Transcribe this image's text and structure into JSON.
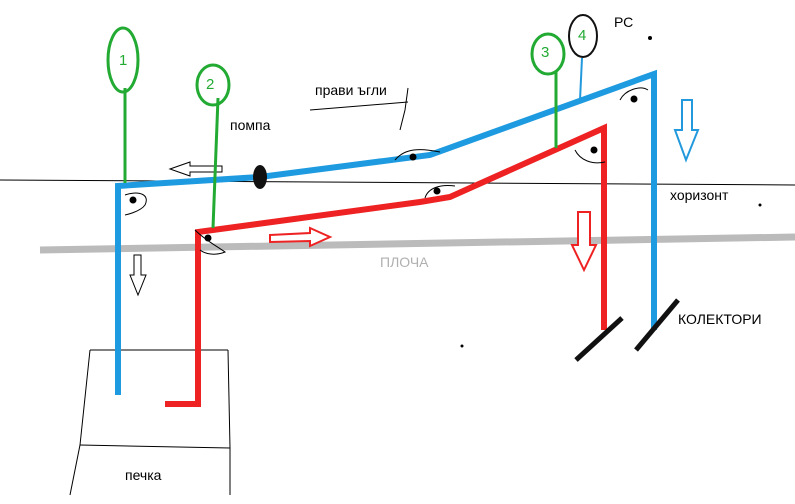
{
  "labels": {
    "pump": "помпа",
    "right_angles": "прави ъгли",
    "horizon": "хоризонт",
    "slab": "ПЛОЧА",
    "collectors": "КОЛЕКТОРИ",
    "stove": "печка",
    "pc": "РС"
  },
  "markers": [
    {
      "id": "1",
      "color": "#22aa33"
    },
    {
      "id": "2",
      "color": "#22aa33"
    },
    {
      "id": "3",
      "color": "#22aa33"
    },
    {
      "id": "4",
      "color": "#000000"
    }
  ],
  "colors": {
    "supply_line": "#ee2222",
    "return_line": "#1e9be0",
    "slab_line": "#bbbbbb",
    "marker_green": "#22aa33",
    "pc_connector": "#2299dd"
  },
  "icons": [
    "left-arrow-icon",
    "right-arrow-icon",
    "down-arrow-icon",
    "pump-icon",
    "right-angle-icon"
  ]
}
